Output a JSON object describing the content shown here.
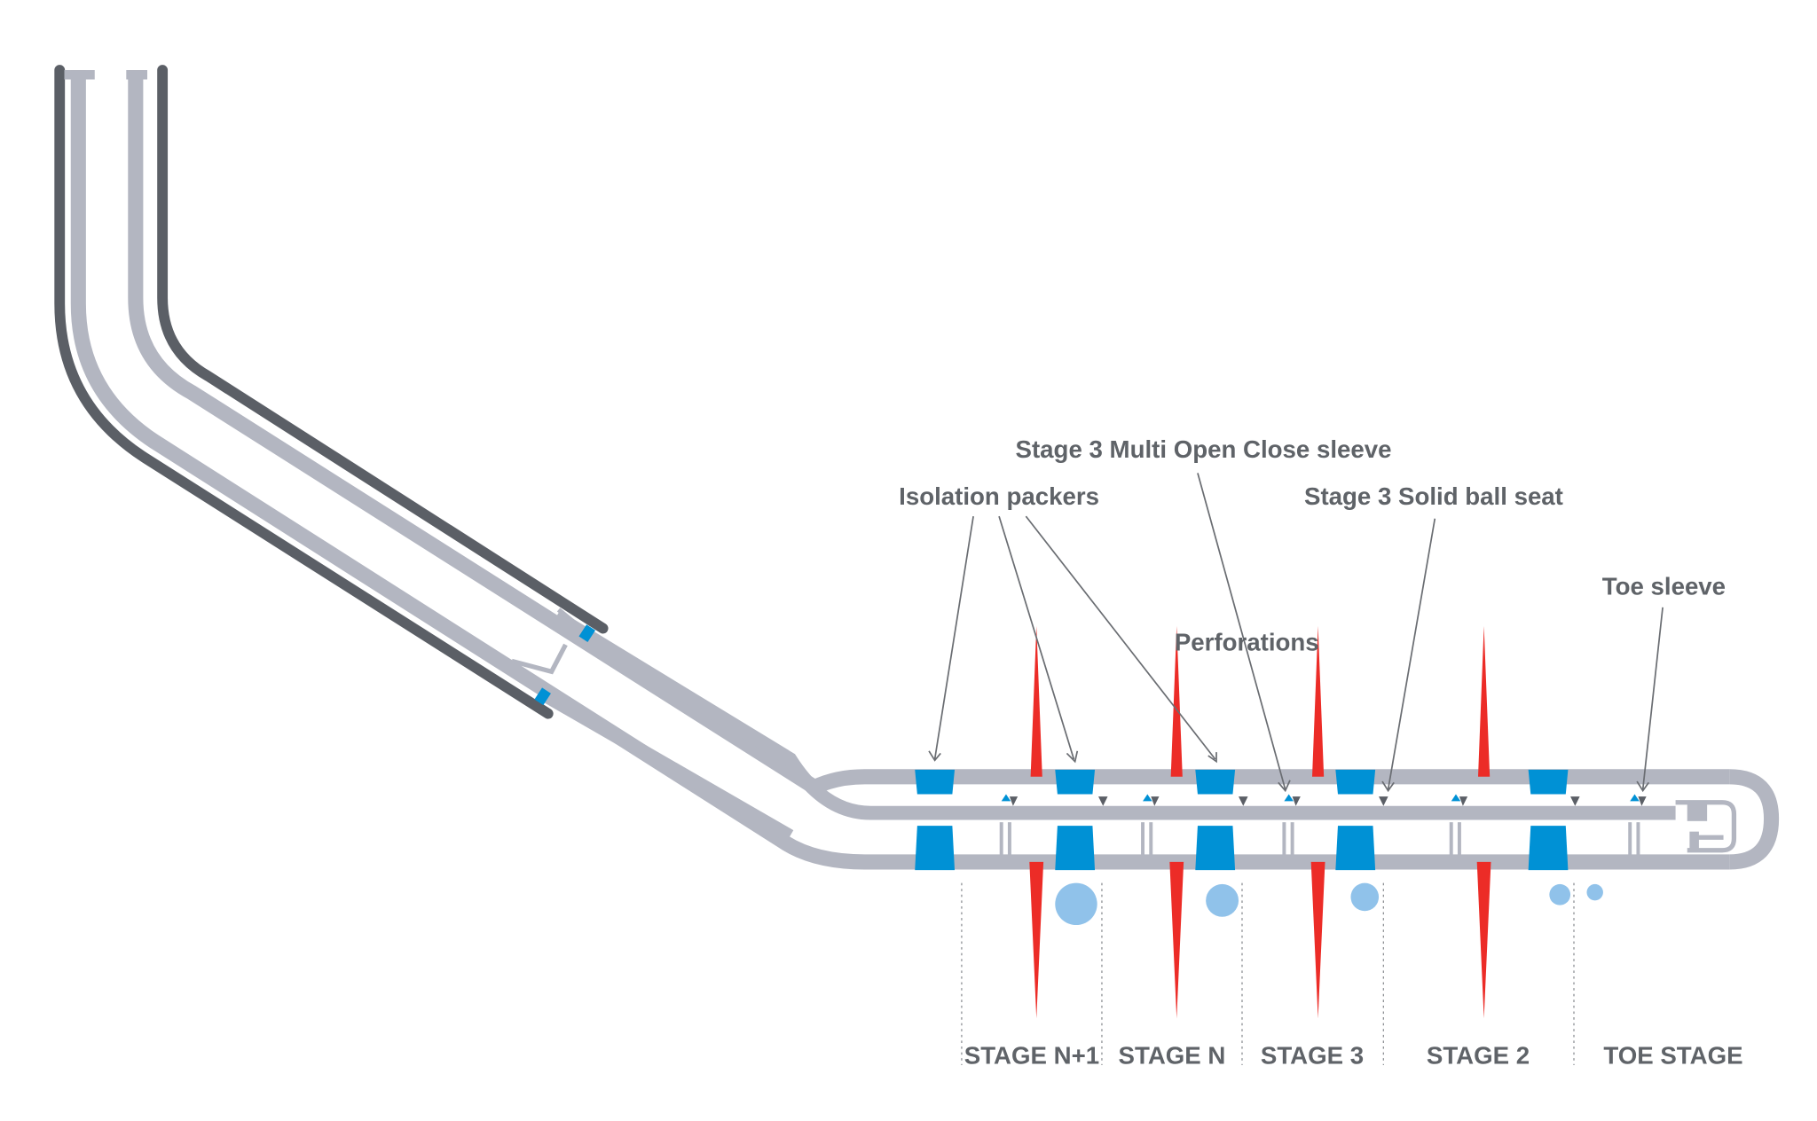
{
  "colors": {
    "pipe": "#b3b6c1",
    "casing": "#5b5f66",
    "packer": "#0091d5",
    "frac": "#ec2c27",
    "ball": "#90c2ea",
    "text": "#5f6368",
    "leader": "#6a6d72",
    "divider": "#8f9296"
  },
  "callouts": {
    "isolation_packers": "Isolation packers",
    "multi_open_close_sleeve": "Stage 3 Multi Open Close sleeve",
    "solid_ball_seat": "Stage 3 Solid ball seat",
    "perforations": "Perforations",
    "toe_sleeve": "Toe sleeve"
  },
  "stages": [
    {
      "label": "STAGE N+1"
    },
    {
      "label": "STAGE N"
    },
    {
      "label": "STAGE 3"
    },
    {
      "label": "STAGE 2"
    },
    {
      "label": "TOE STAGE"
    }
  ]
}
